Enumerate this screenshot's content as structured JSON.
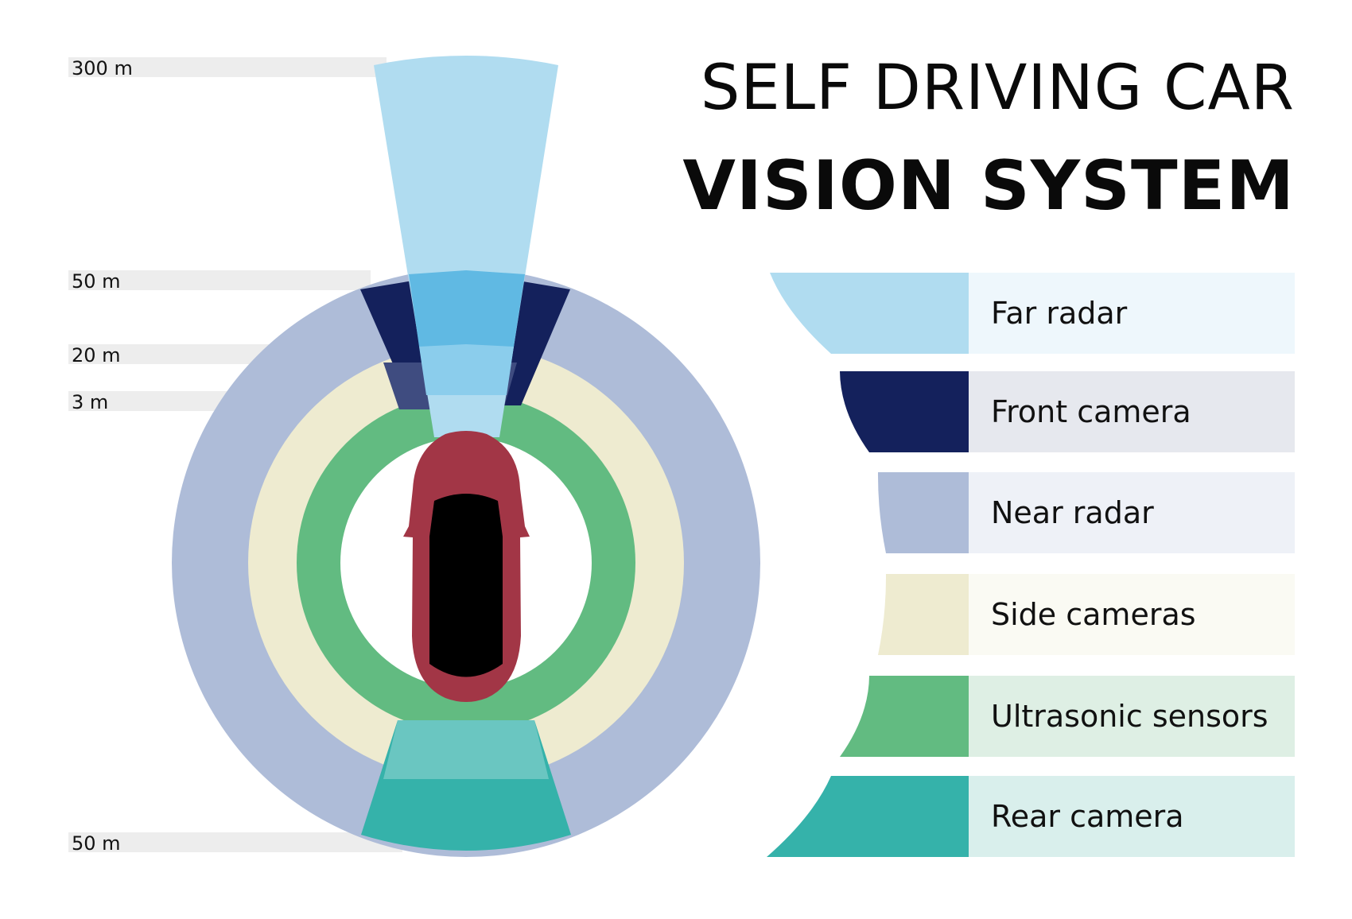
{
  "title": {
    "line1": "SELF DRIVING CAR",
    "line2": "VISION SYSTEM"
  },
  "distance_markers": [
    {
      "label": "300 m"
    },
    {
      "label": "50 m"
    },
    {
      "label": "20 m"
    },
    {
      "label": "3 m"
    },
    {
      "label": "50 m"
    }
  ],
  "legend": [
    {
      "label": "Far radar",
      "color": "#b0dcf0",
      "bg": "#eef7fc"
    },
    {
      "label": "Front camera",
      "color": "#14215c",
      "bg": "#e6e8ee"
    },
    {
      "label": "Near radar",
      "color": "#aebcd8",
      "bg": "#eef1f7"
    },
    {
      "label": "Side cameras",
      "color": "#eeebd0",
      "bg": "#fafaf3"
    },
    {
      "label": "Ultrasonic sensors",
      "color": "#62bb81",
      "bg": "#deefe4"
    },
    {
      "label": "Rear camera",
      "color": "#35b2aa",
      "bg": "#d9efec"
    }
  ],
  "colors": {
    "car_body": "#a23646",
    "car_glass": "#000000",
    "marker_band": "#ededed",
    "far_radar_overlap_near": "#60b9e3",
    "far_radar_overlap_side": "#8bcdec",
    "front_camera_overlap_side": "#3f4c80",
    "rear_camera_overlap_side": "#6ac6c1"
  },
  "icons": {
    "car": "car-top-view-icon"
  }
}
